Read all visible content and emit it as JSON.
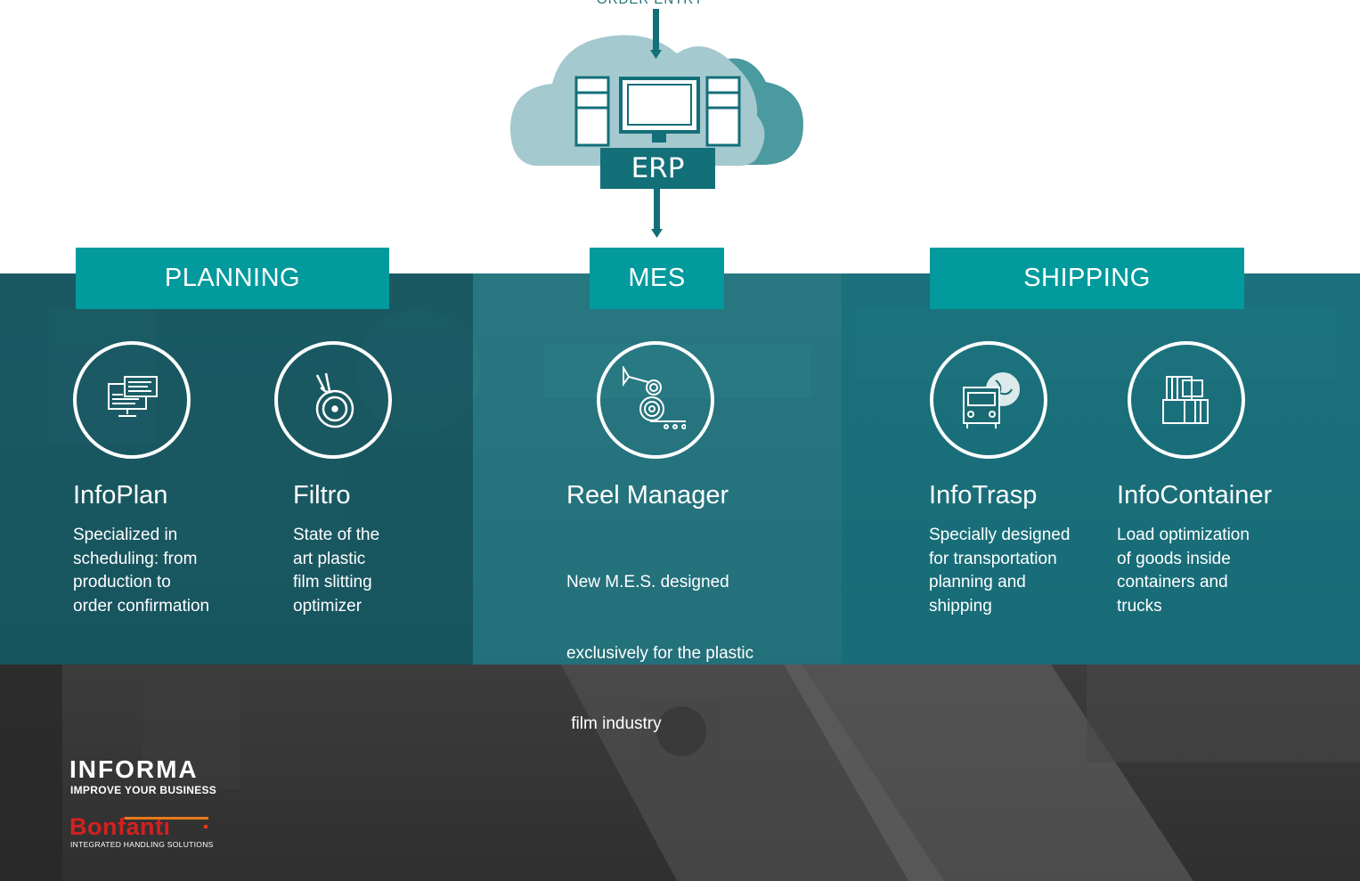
{
  "top": {
    "order_entry": "ORDER ENTRY",
    "erp_label": "ERP"
  },
  "columns": [
    {
      "header": "PLANNING",
      "products": [
        {
          "icon": "monitor-icon",
          "title": "InfoPlan",
          "desc": [
            "Specialized in",
            "scheduling: from",
            "production to",
            "order confirmation"
          ]
        },
        {
          "icon": "film-reel-icon",
          "title": "Filtro",
          "desc": [
            "State of the",
            "art plastic",
            "film slitting",
            "optimizer"
          ]
        }
      ]
    },
    {
      "header": "MES",
      "products": [
        {
          "icon": "reel-machine-icon",
          "title": "Reel Manager",
          "desc": [
            "New M.E.S. designed",
            "exclusively for the plastic",
            " film industry"
          ]
        }
      ]
    },
    {
      "header": "SHIPPING",
      "products": [
        {
          "icon": "truck-globe-icon",
          "title": "InfoTrasp",
          "desc": [
            "Specially designed",
            "for transportation",
            "planning and",
            "shipping"
          ]
        },
        {
          "icon": "container-icon",
          "title": "InfoContainer",
          "desc": [
            "Load optimization",
            "of goods inside",
            "containers and",
            "trucks"
          ]
        }
      ]
    }
  ],
  "footer": {
    "informa_logo": "INFORMA",
    "informa_tagline": "IMPROVE YOUR BUSINESS",
    "bonfanti_logo": "Bonfanti",
    "bonfanti_tagline": "INTEGRATED HANDLING SOLUTIONS"
  },
  "colors": {
    "teal_header": "#029a9c",
    "cloud_light": "#a4c9cf",
    "cloud_dark": "#4b9a9f",
    "erp_box": "#136f78",
    "bonfanti_red": "#d42020"
  }
}
